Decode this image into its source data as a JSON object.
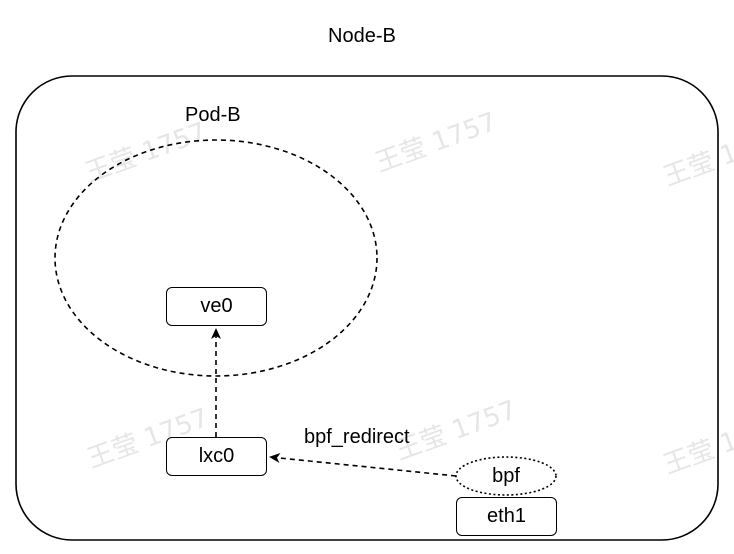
{
  "node": {
    "title": "Node-B"
  },
  "pod": {
    "title": "Pod-B"
  },
  "interfaces": {
    "ve0": "ve0",
    "lxc0": "lxc0",
    "eth1": "eth1",
    "bpf": "bpf"
  },
  "edges": {
    "redirect_label": "bpf_redirect"
  },
  "watermark": {
    "text": "王莹 1757"
  },
  "colors": {
    "stroke": "#000000",
    "background": "#ffffff",
    "watermark": "#e6e6e6"
  }
}
